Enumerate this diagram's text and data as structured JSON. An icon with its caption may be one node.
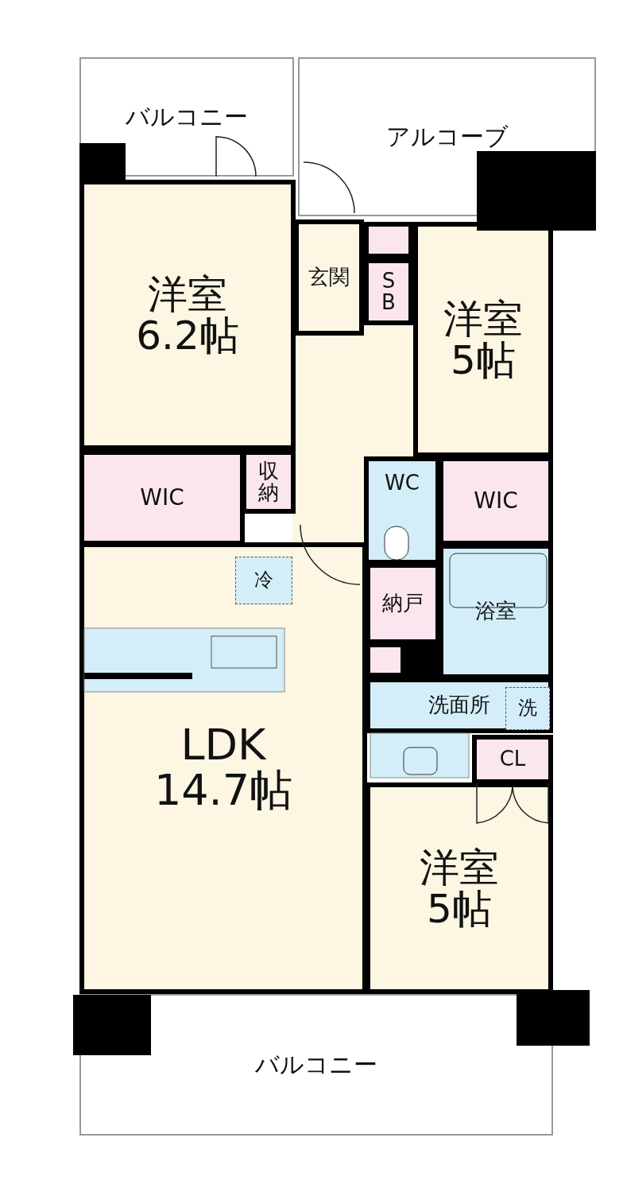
{
  "diagram": {
    "nodes": [
      {
        "text": [
          "バルコニー"
        ]
      },
      {
        "text": [
          "アルコーブ"
        ]
      },
      {
        "text": [
          "洋室",
          "6.2帖"
        ]
      },
      {
        "text": [
          "玄関"
        ]
      },
      {
        "text": [],
        "shape": "box"
      },
      {
        "text": [
          "SB"
        ]
      },
      {
        "text": [
          "洋室",
          "5帖"
        ]
      },
      {
        "text": [
          "WIC"
        ]
      },
      {
        "text": [
          "収納"
        ]
      },
      {
        "text": [
          "WC"
        ]
      },
      {
        "text": [
          "WIC"
        ]
      },
      {
        "text": [
          "LDK",
          "14.7帖"
        ]
      },
      {
        "text": [
          "冷"
        ],
        "in": 11
      },
      {
        "text": [
          "納戸"
        ]
      },
      {
        "text": [
          "浴室"
        ]
      },
      {
        "text": [],
        "shape": "box"
      },
      {
        "text": [
          "洗面所"
        ]
      },
      {
        "text": [
          "洗"
        ],
        "in": 16
      },
      {
        "text": [
          "CL"
        ]
      },
      {
        "text": [
          "洋室",
          "5帖"
        ]
      },
      {
        "text": [
          "バルコニー"
        ]
      }
    ],
    "edges": []
  }
}
